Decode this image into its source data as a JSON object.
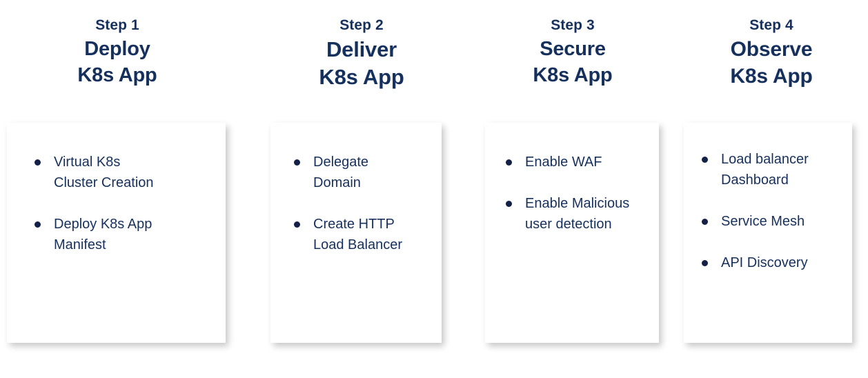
{
  "theme": {
    "background": "#ffffff",
    "card_background": "#ffffff",
    "heading_color": "#16305e",
    "body_color": "#16305e",
    "bullet_color": "#132149"
  },
  "steps": [
    {
      "eyebrow": "Step 1",
      "title": "Deploy\nK8s App",
      "bullets": [
        "Virtual K8s\nCluster Creation",
        "Deploy K8s App\nManifest"
      ]
    },
    {
      "eyebrow": "Step 2",
      "title": "Deliver\nK8s App",
      "bullets": [
        "Delegate\nDomain",
        "Create HTTP\nLoad Balancer"
      ]
    },
    {
      "eyebrow": "Step 3",
      "title": "Secure\nK8s App",
      "bullets": [
        "Enable WAF",
        "Enable Malicious\nuser detection"
      ]
    },
    {
      "eyebrow": "Step 4",
      "title": "Observe\nK8s App",
      "bullets": [
        "Load balancer\nDashboard",
        "Service Mesh",
        "API Discovery"
      ]
    }
  ]
}
